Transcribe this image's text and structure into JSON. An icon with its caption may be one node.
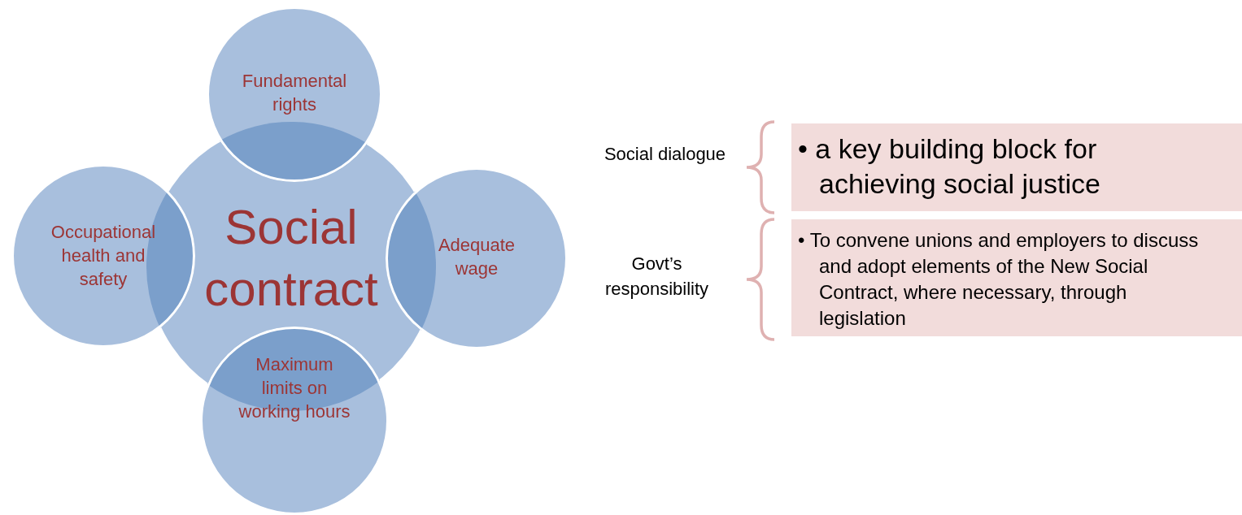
{
  "diagram": {
    "nodes": [
      {
        "text": [
          "Social contract"
        ]
      },
      {
        "text": [
          "Fundamental rights"
        ]
      },
      {
        "text": [
          "Occupational health and safety"
        ]
      },
      {
        "text": [
          "Adequate wage"
        ]
      },
      {
        "text": [
          "Maximum limits on working hours"
        ]
      },
      {
        "text": [
          "• a key building block for achieving social justice"
        ]
      },
      {
        "text": [
          "• To convene unions and employers to discuss and adopt elements of the New Social Contract, where necessary, through legislation"
        ]
      }
    ],
    "labels": [
      "Social dialogue",
      "Govt’s responsibility"
    ]
  }
}
